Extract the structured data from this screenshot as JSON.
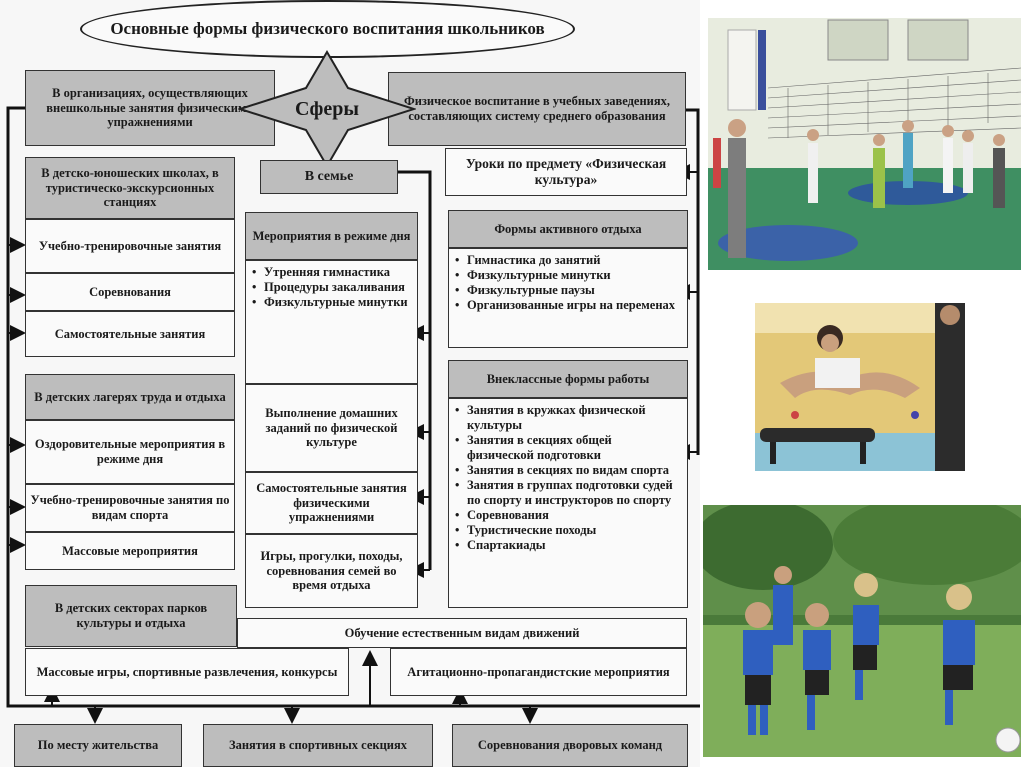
{
  "title": "Основные формы физического воспитания школьников",
  "center": "Сферы",
  "left_top": "В организациях, осуществляющих внешкольные занятия физическими упражнениями",
  "right_top": "Физическое воспитание в учебных заведениях, составляющих систему среднего образования",
  "family": "В семье",
  "lessons": "Уроки по предмету «Физическая культура»",
  "sports_schools": {
    "header": "В детско-юношеских школах, в туристическо-экскурсионных станциях",
    "items": [
      "Учебно-тренировочные занятия",
      "Соревнования",
      "Самостоятельные занятия"
    ]
  },
  "camps": {
    "header": "В детских лагерях труда и отдыха",
    "items": [
      "Оздоровительные мероприятия в режиме дня",
      "Учебно-тренировочные занятия по видам спорта",
      "Массовые мероприятия"
    ]
  },
  "parks": {
    "header": "В детских секторах парков культуры и отдыха",
    "natural": "Обучение естественным видам движений",
    "games": "Массовые игры, спортивные развлечения, конкурсы",
    "agitation": "Агитационно-пропагандистские мероприятия"
  },
  "family_col": {
    "header": "Мероприятия в режиме дня",
    "list": [
      "Утренняя гимнастика",
      "Процедуры закаливания",
      "Физкультурные минутки"
    ],
    "items": [
      "Выполнение домашних заданий по физической культуре",
      "Самостоятельные занятия физическими упражнениями",
      "Игры, прогулки, походы, соревнования семей во время отдыха"
    ]
  },
  "active_rest": {
    "header": "Формы активного отдыха",
    "list": [
      "Гимнастика до занятий",
      "Физкультурные минутки",
      "Физкультурные паузы",
      "Организованные игры на переменах"
    ]
  },
  "extracurricular": {
    "header": "Внеклассные формы работы",
    "list": [
      "Занятия в кружках физической культуры",
      "Занятия в секциях общей физической подготовки",
      "Занятия в секциях по видам спорта",
      "Занятия в группах подготовки судей по спорту и инструкторов по спорту",
      "Соревнования",
      "Туристические походы",
      "Спартакиады"
    ]
  },
  "bottom": [
    "По месту жительства",
    "Занятия в спортивных секциях",
    "Соревнования дворовых команд"
  ],
  "colors": {
    "header_fill": "#bdbdbd",
    "box_fill": "#f4f4f4",
    "border": "#333333"
  }
}
